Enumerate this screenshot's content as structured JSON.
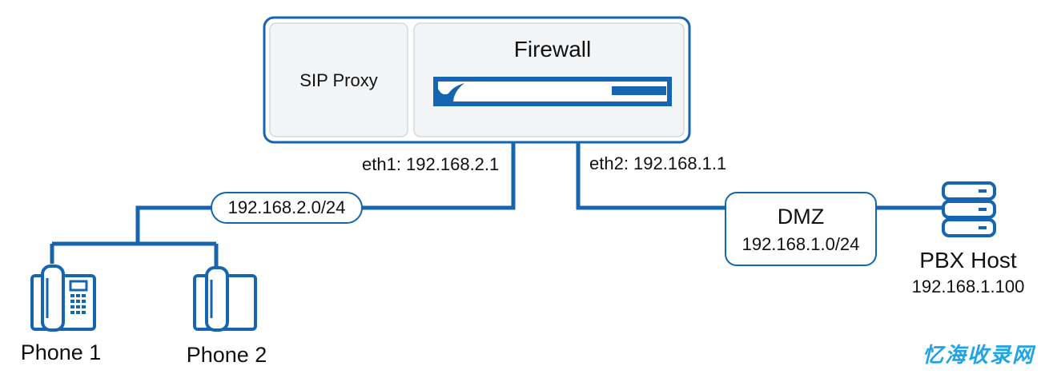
{
  "firewall": {
    "title": "Firewall",
    "proxy_label": "SIP Proxy",
    "eth1_label": "eth1: 192.168.2.1",
    "eth2_label": "eth2: 192.168.1.1"
  },
  "lan": {
    "subnet_label": "192.168.2.0/24"
  },
  "dmz": {
    "title": "DMZ",
    "subnet_label": "192.168.1.0/24"
  },
  "pbx": {
    "name": "PBX Host",
    "ip": "192.168.1.100"
  },
  "phones": [
    {
      "label": "Phone 1"
    },
    {
      "label": "Phone 2"
    }
  ],
  "watermark": "忆海收录网",
  "colors": {
    "accent": "#1565b0",
    "panel_fill": "#f2f4f6",
    "panel_border": "#d2d8de",
    "watermark": "#1fa4e6"
  },
  "icons": [
    "firewall-appliance-icon",
    "desk-phone-icon",
    "handset-phone-icon",
    "server-stack-icon"
  ]
}
